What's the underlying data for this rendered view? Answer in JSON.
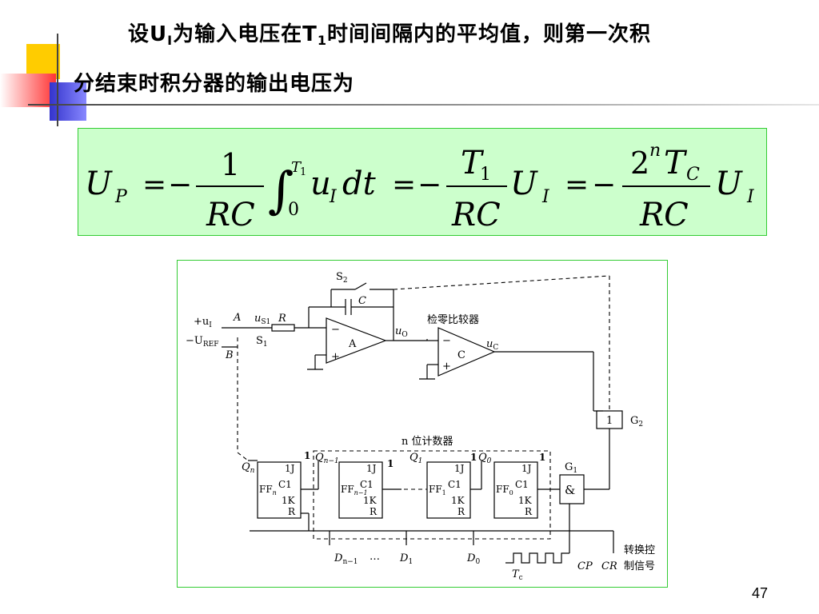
{
  "slide": {
    "title_line1_prefix": "设U",
    "title_line1_sub": "I",
    "title_line1_mid": "为输入电压在T",
    "title_line1_sub2": "1",
    "title_line1_suffix": "时间间隔内的平均值，则第一次积",
    "title_line2": "分结束时积分器的输出电压为",
    "page_number": "47"
  },
  "formula": {
    "U": "U",
    "P": "P",
    "eq": "=",
    "minus": "−",
    "one": "1",
    "RC": "RC",
    "integral": "∫",
    "T": "T",
    "one_sub": "1",
    "zero": "0",
    "u": "u",
    "I": "I",
    "dt": "dt",
    "two": "2",
    "n": "n",
    "C": "C"
  },
  "circuit": {
    "input_pos": "+u",
    "input_pos_sub": "I",
    "input_ref": "−U",
    "input_ref_sub": "REF",
    "node_A": "A",
    "node_B": "B",
    "us1": "u",
    "us1_sub": "S1",
    "R": "R",
    "S1": "S",
    "S1_sub": "1",
    "S2": "S",
    "S2_sub": "2",
    "C": "C",
    "opamp_A": "A",
    "opamp_C": "C",
    "minus": "−",
    "plus": "+",
    "uO": "u",
    "uO_sub": "O",
    "uC": "u",
    "uC_sub": "C",
    "comparator_label": "检零比较器",
    "G2": "G",
    "G2_sub": "2",
    "gate_1": "1",
    "G1": "G",
    "G1_sub": "1",
    "and_sym": "&",
    "counter_label": "n 位计数器",
    "Qn": "Q",
    "Qn_sub": "n",
    "Qn1": "Q",
    "Qn1_sub": "n−1",
    "Q1": "Q",
    "Q1_sub": "1",
    "Q0": "Q",
    "Q0_sub": "0",
    "J": "1J",
    "Cl": "C1",
    "K": "1K",
    "Rst": "R",
    "one": "1",
    "FFn": "FF",
    "FFn_sub": "n",
    "FFn1": "FF",
    "FFn1_sub": "n−1",
    "FF1": "FF",
    "FF1_sub": "1",
    "FF0": "FF",
    "FF0_sub": "0",
    "Dn1": "D",
    "Dn1_sub": "n−1",
    "dots": "…",
    "D1": "D",
    "D1_sub": "1",
    "D0": "D",
    "D0_sub": "0",
    "Tc": "T",
    "Tc_sub": "c",
    "CP": "CP",
    "CR": "CR",
    "ctrl1": "转换控",
    "ctrl2": "制信号"
  }
}
